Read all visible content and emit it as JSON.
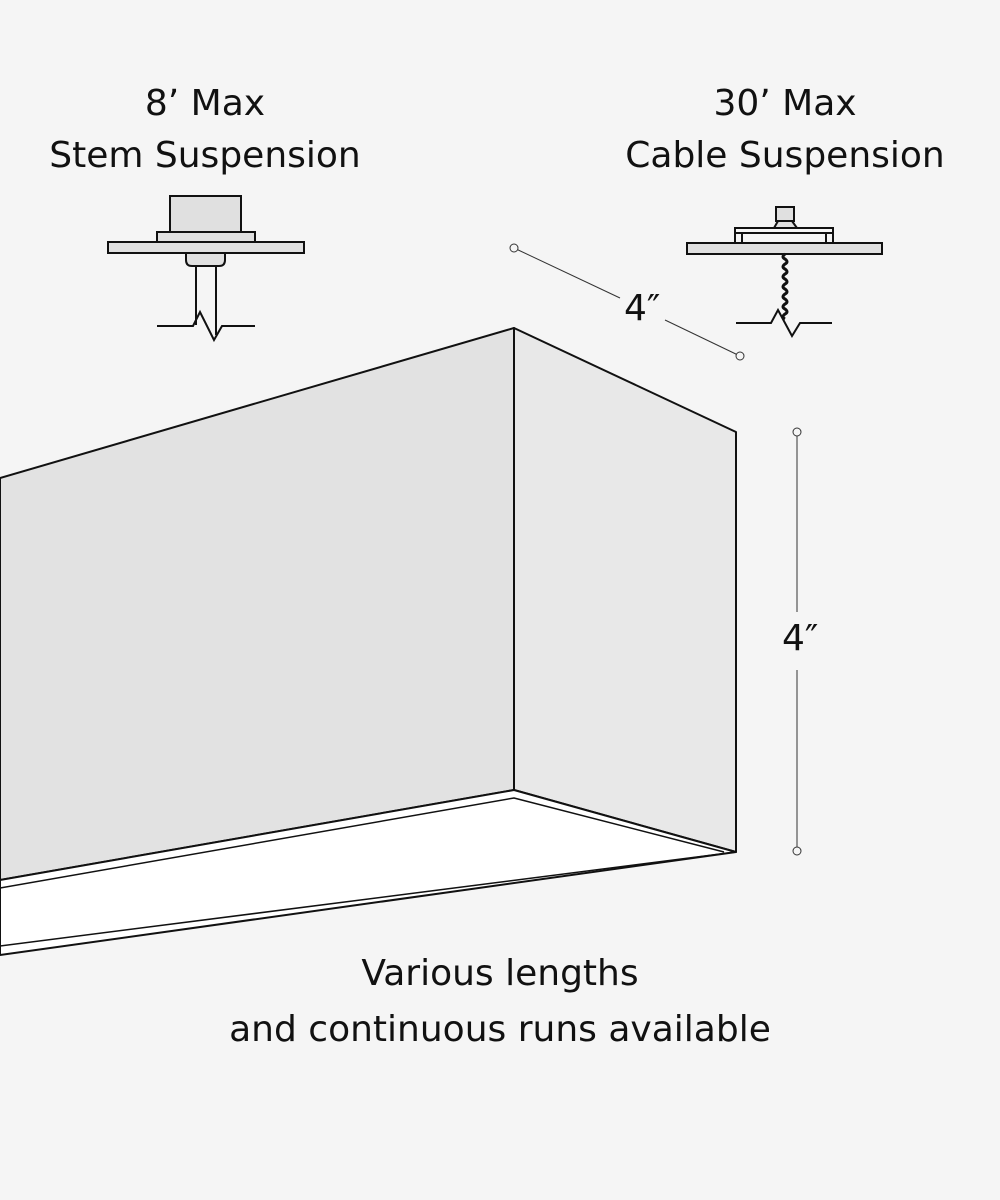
{
  "stem": {
    "line1": "8’ Max",
    "line2": "Stem Suspension"
  },
  "cable": {
    "line1": "30’ Max",
    "line2": "Cable Suspension"
  },
  "dimensions": {
    "width": "4″",
    "height": "4″"
  },
  "caption": {
    "line1": "Various lengths",
    "line2": "and continuous runs available"
  },
  "colors": {
    "background": "#f5f5f5",
    "front_face": "#e2e2e2",
    "side_face": "#e8e8e8",
    "lens": "#ffffff",
    "stroke": "#111111"
  }
}
